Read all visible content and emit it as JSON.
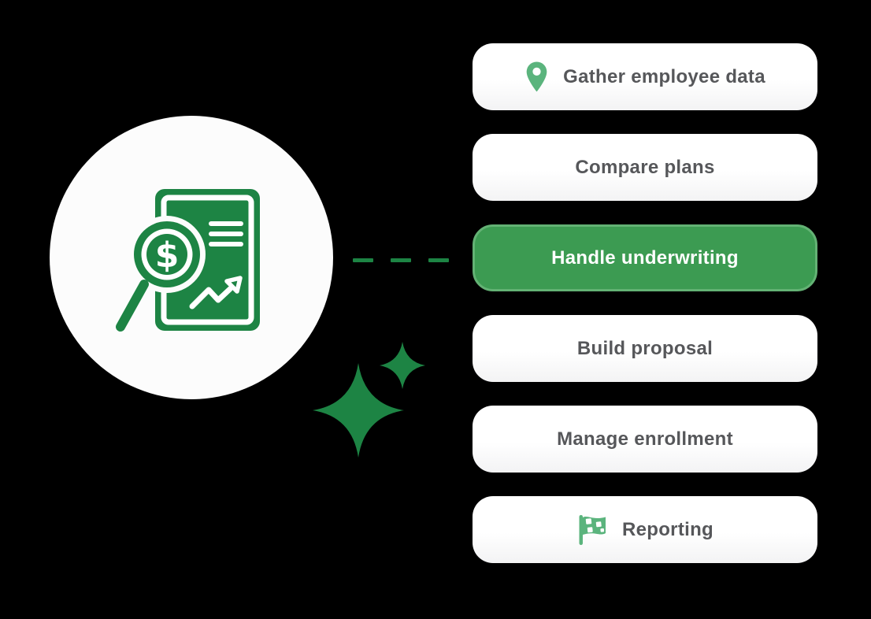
{
  "background_color": "#000000",
  "illustration": {
    "circle": {
      "bg_color": "#FCFCFC",
      "icon": "financial-report-magnifier-icon",
      "icon_color": "#1D8444",
      "dollar_sign": "$"
    },
    "connector": {
      "type": "dashed-line",
      "color": "#1D8444",
      "dash_count": 3
    },
    "sparkles": {
      "color": "#1D8444",
      "count": 2
    }
  },
  "steps": {
    "cards": [
      {
        "label": "Gather employee data",
        "icon": "location-pin-icon",
        "state": "default"
      },
      {
        "label": "Compare plans",
        "icon": null,
        "state": "default"
      },
      {
        "label": "Handle underwriting",
        "icon": null,
        "state": "active"
      },
      {
        "label": "Build proposal",
        "icon": null,
        "state": "default"
      },
      {
        "label": "Manage enrollment",
        "icon": null,
        "state": "default"
      },
      {
        "label": "Reporting",
        "icon": "checkered-flag-icon",
        "state": "default"
      }
    ],
    "colors": {
      "card_bg": "#FFFFFF",
      "card_text": "#56575A",
      "active_bg": "#3C9B52",
      "active_border": "#63B274",
      "active_text": "#FFFFFF",
      "icon_accent": "#5BB47D"
    }
  }
}
